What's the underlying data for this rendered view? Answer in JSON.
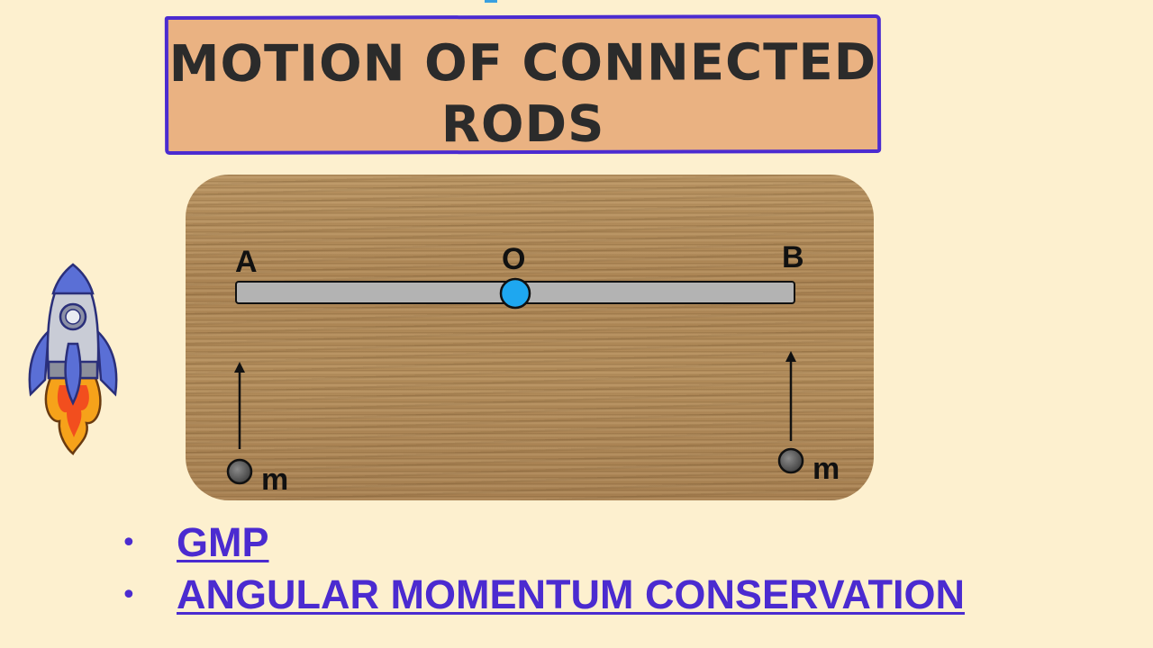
{
  "title": {
    "line1": "MOTION OF CONNECTED",
    "line2": "RODS"
  },
  "diagram": {
    "points": {
      "a": "A",
      "o": "O",
      "b": "B"
    },
    "masses": {
      "left": "m",
      "right": "m"
    },
    "colors": {
      "rod": "#b3b3b3",
      "pivot": "#1ea7f0",
      "mass": "#555555",
      "title_border": "#4b2bd0",
      "title_fill": "#eab282",
      "bullet_text": "#4b2bd0"
    }
  },
  "icons": {
    "rocket": "rocket-icon"
  },
  "bullets": [
    {
      "label": "GMP"
    },
    {
      "label": "ANGULAR MOMENTUM CONSERVATION"
    }
  ]
}
